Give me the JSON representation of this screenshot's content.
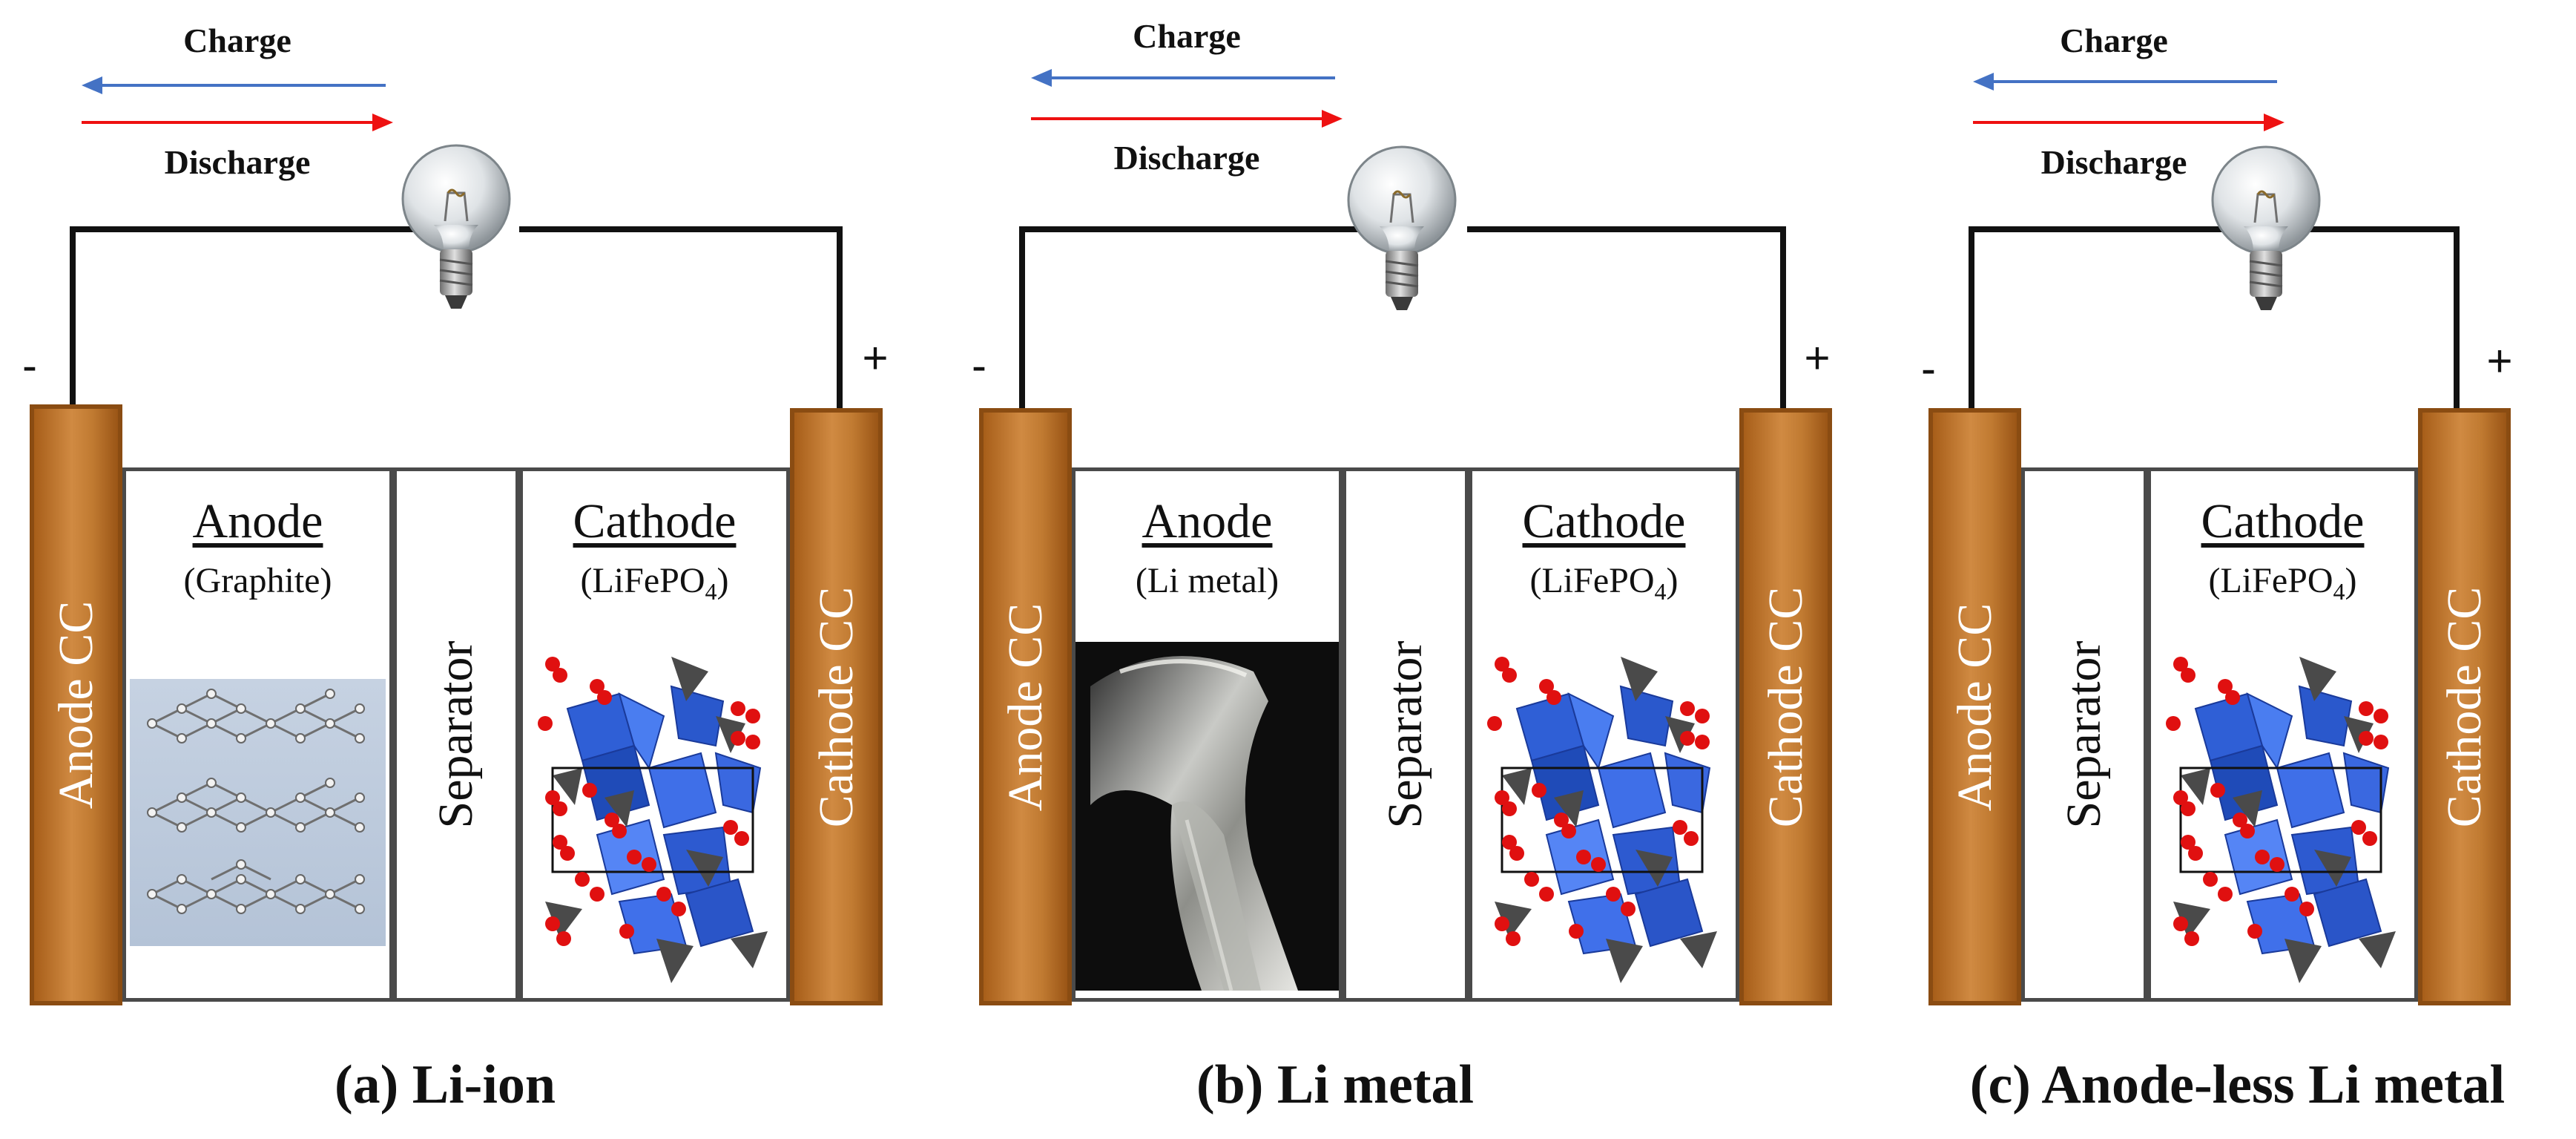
{
  "labels": {
    "charge": "Charge",
    "discharge": "Discharge",
    "neg": "-",
    "pos": "+"
  },
  "colors": {
    "charge_arrow": "#4472c4",
    "discharge_arrow": "#ee1111",
    "current_collector": "#c07a31"
  },
  "panels": [
    {
      "caption": "(a) Li-ion",
      "anode_cc": "Anode CC",
      "cathode_cc": "Cathode CC",
      "anode": {
        "title": "Anode",
        "material": "(Graphite)",
        "image": "graphite-layers"
      },
      "separator": "Separator",
      "cathode": {
        "title": "Cathode",
        "material_prefix": "(LiFePO",
        "material_sub": "4",
        "material_suffix": ")",
        "image": "lifepo4-crystal"
      }
    },
    {
      "caption": "(b) Li metal",
      "anode_cc": "Anode CC",
      "cathode_cc": "Cathode CC",
      "anode": {
        "title": "Anode",
        "material": "(Li metal)",
        "image": "lithium-metal-foil"
      },
      "separator": "Separator",
      "cathode": {
        "title": "Cathode",
        "material_prefix": "(LiFePO",
        "material_sub": "4",
        "material_suffix": ")",
        "image": "lifepo4-crystal"
      }
    },
    {
      "caption": "(c) Anode-less Li metal",
      "anode_cc": "Anode CC",
      "cathode_cc": "Cathode CC",
      "separator": "Separator",
      "cathode": {
        "title": "Cathode",
        "material_prefix": "(LiFePO",
        "material_sub": "4",
        "material_suffix": ")",
        "image": "lifepo4-crystal"
      }
    }
  ]
}
